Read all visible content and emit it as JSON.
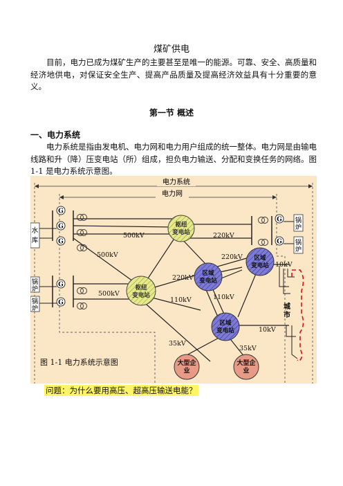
{
  "document": {
    "title": "煤矿供电",
    "intro": "目前，电力已成为煤矿生产的主要甚至是唯一的能源。可靠、安全、高质量和经济地供电，对保证安全生产、提高产品质量及提高经济效益具有十分重要的意义。",
    "section_title": "第一节   概述",
    "subsection_title": "一、电力系统",
    "body": "电力系统是指由发电机、电力网和电力用户组成的统一整体。电力网是由输电线路和升（降）压变电站（所）组成，担负电力输送、分配和变换任务的网络。图 1-1 是电力系统示意图。",
    "question": "问题：为什么要用高压、超高压输送电能？"
  },
  "figure": {
    "caption": "图 1-1    电力系统示意图",
    "label_power_system": "电力系统",
    "label_power_grid": "电力网",
    "label_hydro": "水库",
    "label_boiler": "锅炉",
    "generator_symbol": "G",
    "label_hub": "枢纽变电站",
    "label_regional": "区域变电站",
    "label_city": "城市",
    "label_enterprise": "大型企业",
    "v500": "500kV",
    "v220": "220kV",
    "v110": "110kV",
    "v35": "35kV",
    "v10": "10kV",
    "colors": {
      "background": "#fbe6c6",
      "hub": "#e6ea8c",
      "regional": "#7d7bd6",
      "enterprise": "#e79a86",
      "city_dash": "#e01010",
      "box": "#ffffff"
    }
  }
}
